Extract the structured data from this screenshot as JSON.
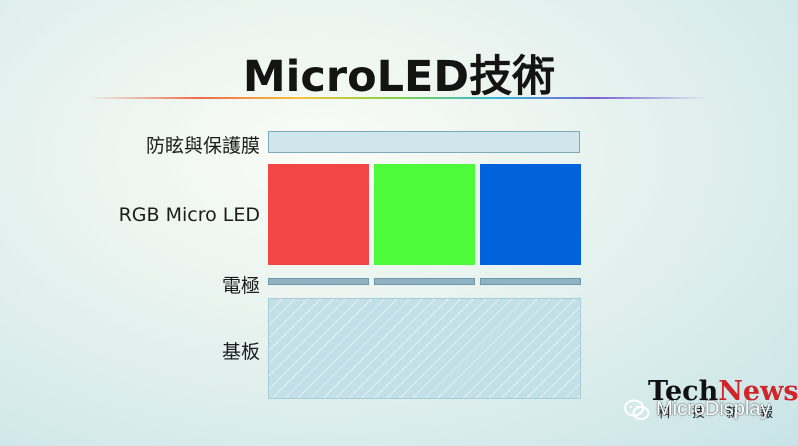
{
  "title": "MicroLED技術",
  "layers": {
    "film_label": "防眩與保護膜",
    "led_label": "RGB Micro LED",
    "electrode_label": "電極",
    "substrate_label": "基板"
  },
  "colors": {
    "red_led": "#f34747",
    "green_led": "#4dfb3b",
    "blue_led": "#0063dc",
    "film": "#cfe6ec",
    "electrode": "#8fb3c2",
    "substrate": "#c3e0e8"
  },
  "logo": {
    "part1": "Tech",
    "part2": "News",
    "subtitle": "科技新報"
  },
  "watermark": {
    "icon": "wechat-icon",
    "text": "MicroDisplay"
  }
}
